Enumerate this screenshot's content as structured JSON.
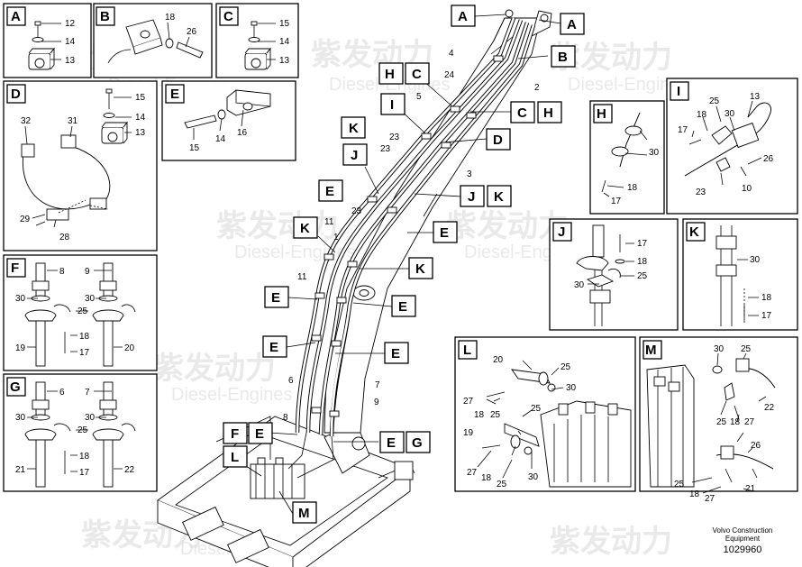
{
  "footer": {
    "line1": "Volvo Construction",
    "line2": "Equipment",
    "number": "1029960"
  },
  "watermark": {
    "cn": "紫发动力",
    "en": "Diesel-Engines"
  },
  "panels": {
    "A": {
      "letter": "A",
      "parts": [
        "12",
        "14",
        "13"
      ]
    },
    "B": {
      "letter": "B",
      "parts": [
        "18",
        "26"
      ]
    },
    "C": {
      "letter": "C",
      "parts": [
        "15",
        "14",
        "13"
      ]
    },
    "D": {
      "letter": "D",
      "parts": [
        "15",
        "14",
        "13",
        "31",
        "32",
        "29",
        "28"
      ]
    },
    "E": {
      "letter": "E",
      "parts": [
        "16",
        "14",
        "15"
      ]
    },
    "F": {
      "letter": "F",
      "parts": [
        "8",
        "9",
        "30",
        "30",
        "25",
        "18",
        "17",
        "19",
        "20"
      ]
    },
    "G": {
      "letter": "G",
      "parts": [
        "6",
        "7",
        "30",
        "30",
        "25",
        "18",
        "17",
        "21",
        "22"
      ]
    },
    "H": {
      "letter": "H",
      "parts": [
        "30",
        "18",
        "17"
      ]
    },
    "I": {
      "letter": "I",
      "parts": [
        "25",
        "13",
        "18",
        "30",
        "17",
        "26",
        "23",
        "10"
      ]
    },
    "J": {
      "letter": "J",
      "parts": [
        "17",
        "18",
        "30",
        "25"
      ]
    },
    "K": {
      "letter": "K",
      "parts": [
        "30",
        "18",
        "17"
      ]
    },
    "L": {
      "letter": "L",
      "parts": [
        "20",
        "25",
        "27",
        "18",
        "25",
        "30",
        "25",
        "19",
        "27",
        "18",
        "25",
        "30"
      ]
    },
    "M": {
      "letter": "M",
      "parts": [
        "30",
        "25",
        "22",
        "25",
        "18",
        "27",
        "26",
        "21",
        "25",
        "18",
        "27"
      ]
    }
  },
  "main": {
    "callouts": [
      "A",
      "A",
      "B",
      "C",
      "H",
      "D",
      "J",
      "K",
      "E",
      "K",
      "E",
      "E",
      "E",
      "E",
      "E",
      "E",
      "K",
      "J",
      "I",
      "H",
      "C",
      "E",
      "F",
      "E",
      "G",
      "L",
      "M"
    ],
    "numbers": [
      "4",
      "24",
      "2",
      "5",
      "23",
      "23",
      "3",
      "23",
      "11",
      "1",
      "11",
      "6",
      "7",
      "9",
      "8"
    ]
  }
}
